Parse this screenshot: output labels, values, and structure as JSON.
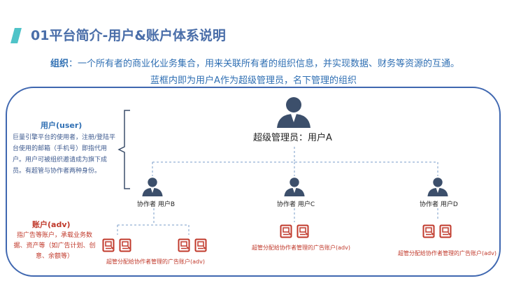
{
  "title": "01平台简介-用户&账户体系说明",
  "org": {
    "label": "组织",
    "text": "：一个所有者的商业化业务集合，用来关联所有者的组织信息，并实现数据、财务等资源的互通。"
  },
  "frame_note": "蓝框内即为用户A作为超级管理员，名下管理的组织",
  "user_section": {
    "title": "用户(user)",
    "desc": "巨量引擎平台的使用者，注册/登陆平台使用的邮箱（手机号）即指代用户。用户可被组织邀请成为旗下成员。有超管与协作者两种身份。"
  },
  "adv_section": {
    "title": "账户(adv)",
    "desc": "指广告等账户，承载业务数据、资产等（如广告计划、创意、余额等）"
  },
  "super_admin": "超级管理员：用户A",
  "collaborators": [
    "协作者 用户B",
    "协作者 用户C",
    "协作者 用户D"
  ],
  "account_labels": [
    "超管分配给协作者管理的广告账户(adv)",
    "超管分配给协作者管理的广告账户(adv)",
    "超管分配给协作者管理的广告账户(adv)"
  ],
  "colors": {
    "title_bar": "#4fc3c8",
    "frame": "#3f67b0",
    "person": "#3c4f6b",
    "account": "#c0392b",
    "dashed": "#7a9cc8"
  },
  "icons": [
    "person-icon",
    "ad-account-icon"
  ]
}
